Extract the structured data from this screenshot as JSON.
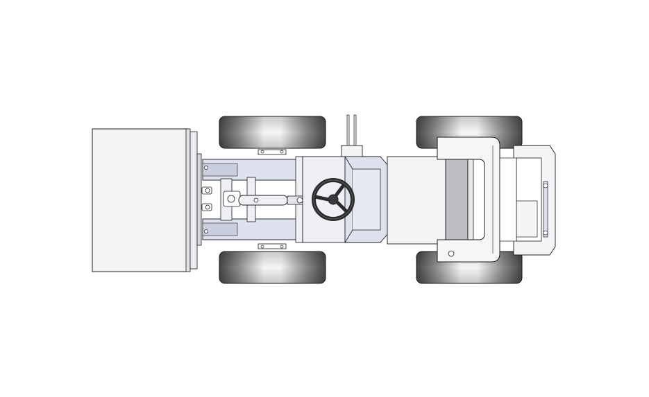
{
  "drawing": {
    "view": "top view",
    "subject": "loader",
    "components": [
      "bucket",
      "front-wheel-top",
      "front-wheel-bottom",
      "rear-wheel-top",
      "rear-wheel-bottom",
      "lift-arms",
      "hydraulic-cylinder",
      "steering-wheel",
      "seat-console",
      "engine-hood",
      "rear-frame",
      "exhaust-pipes"
    ],
    "colors": {
      "outline": "#1a1a1a",
      "panel_light": "#f4f4f6",
      "panel_blue": "#dde2ee",
      "panel_grey": "#bdbdc2",
      "tire_dark": "#4a4a4a",
      "tire_light": "#f2f2f2"
    }
  }
}
